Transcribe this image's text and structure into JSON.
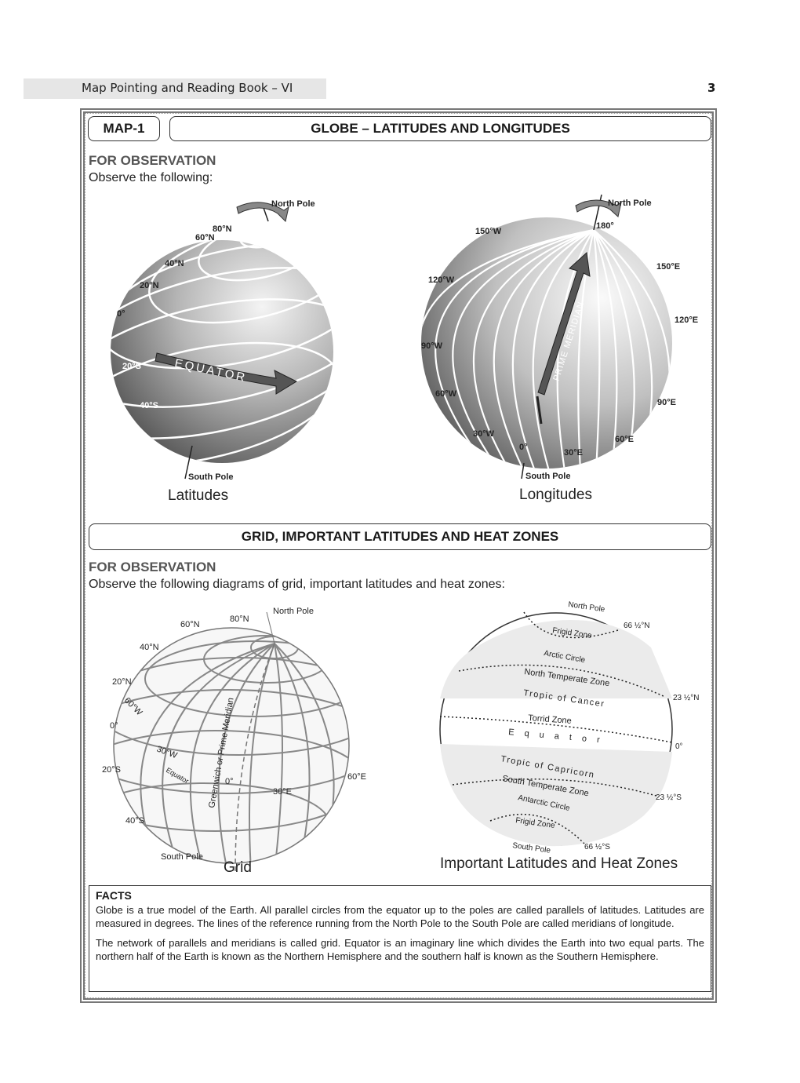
{
  "header": {
    "title": "Map Pointing and Reading Book – VI",
    "page_number": "3"
  },
  "map_tag": "MAP-1",
  "section1": {
    "title": "GLOBE – LATITUDES AND LONGITUDES",
    "obs_heading": "FOR OBSERVATION",
    "obs_text": "Observe the following:",
    "latitudes": {
      "caption": "Latitudes",
      "labels": [
        "North Pole",
        "80°N",
        "60°N",
        "40°N",
        "20°N",
        "0°",
        "20°S",
        "40°S",
        "South Pole",
        "EQUATOR"
      ]
    },
    "longitudes": {
      "caption": "Longitudes",
      "labels": [
        "North Pole",
        "180°",
        "150°W",
        "150°E",
        "120°W",
        "120°E",
        "90°W",
        "90°E",
        "60°W",
        "60°E",
        "30°W",
        "30°E",
        "0°",
        "South Pole",
        "PRIME MERIDIAN"
      ]
    }
  },
  "section2": {
    "title": "GRID, IMPORTANT LATITUDES AND HEAT ZONES",
    "obs_heading": "FOR OBSERVATION",
    "obs_text": "Observe the following diagrams of grid, important latitudes and heat zones:",
    "grid": {
      "caption": "Grid",
      "labels": [
        "North Pole",
        "80°N",
        "60°N",
        "40°N",
        "20°N",
        "60°W",
        "0°",
        "30°W",
        "20°S",
        "Equator",
        "Greenwich or Prime Meridian",
        "0°",
        "30°E",
        "60°E",
        "40°S",
        "South Pole"
      ]
    },
    "zones": {
      "caption": "Important Latitudes and Heat Zones",
      "labels": [
        "North Pole",
        "66 ½°N",
        "Frigid Zone",
        "Arctic Circle",
        "North Temperate Zone",
        "Tropic of Cancer",
        "23 ½°N",
        "Torrid Zone",
        "E q u a t o r",
        "0°",
        "Tropic of Capricorn",
        "South Temperate Zone",
        "23 ½°S",
        "Antarctic Circle",
        "Frigid Zone",
        "South Pole",
        "66 ½°S"
      ]
    }
  },
  "facts": {
    "heading": "FACTS",
    "p1": "Globe is a true model of the Earth. All parallel circles from the equator up to the poles are called parallels of latitudes. Latitudes are measured in degrees. The lines of the reference running from the North Pole to the South Pole are called meridians of longitude.",
    "p2": "The network of parallels and meridians is called grid. Equator is an imaginary line which divides the Earth into two equal parts. The northern half of the Earth is known as the Northern Hemisphere and the southern half is known as the Southern Hemisphere."
  }
}
